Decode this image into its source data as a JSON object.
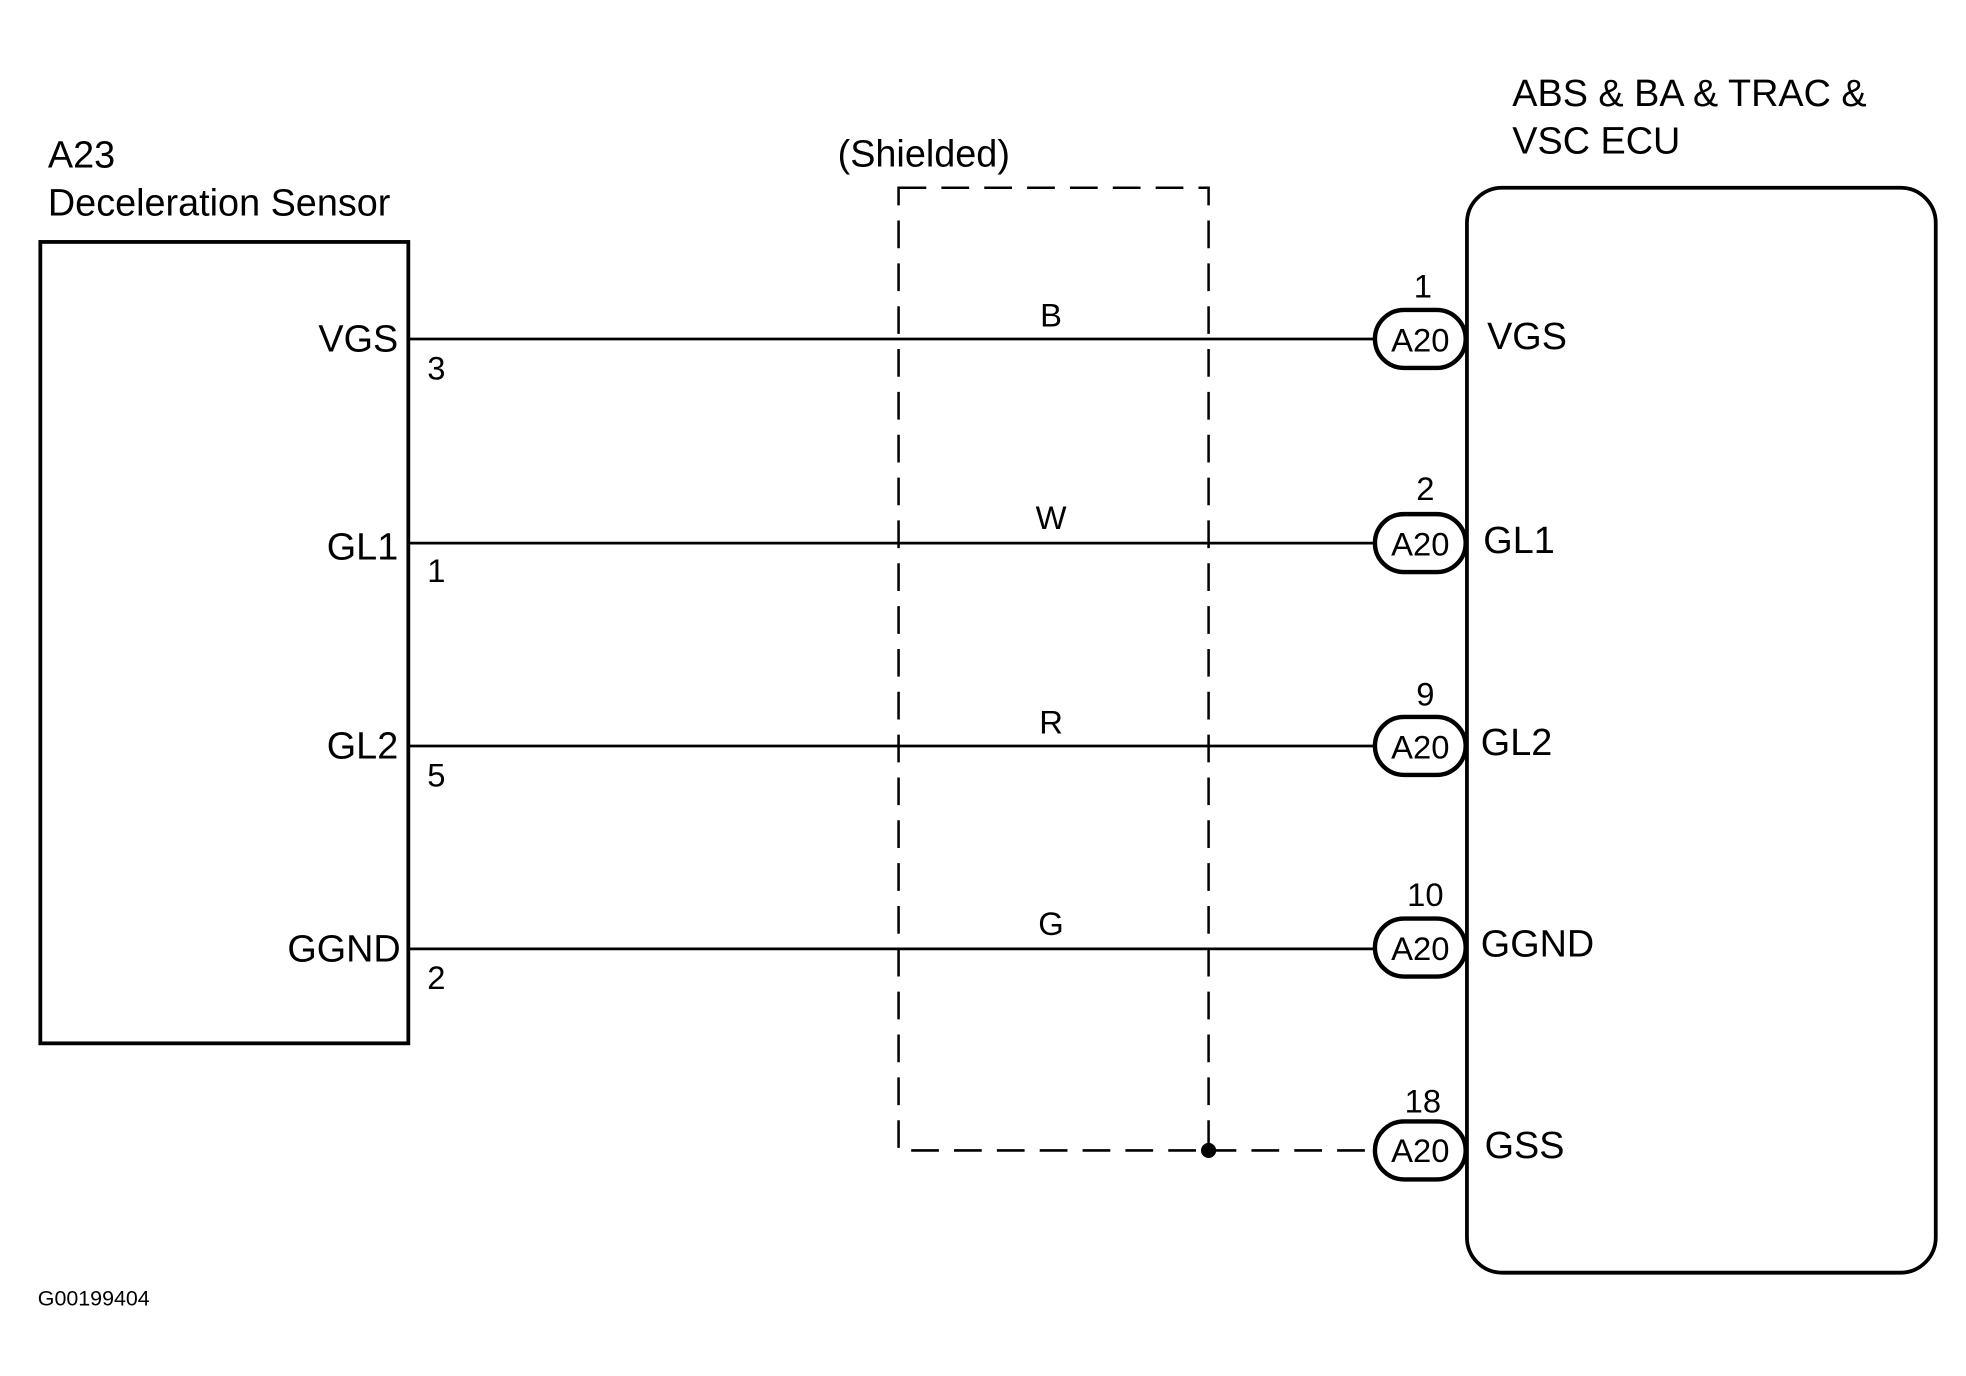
{
  "sensor": {
    "id": "A23",
    "name": "Deceleration Sensor",
    "pins": [
      {
        "signal": "VGS",
        "pin": "3"
      },
      {
        "signal": "GL1",
        "pin": "1"
      },
      {
        "signal": "GL2",
        "pin": "5"
      },
      {
        "signal": "GGND",
        "pin": "2"
      }
    ]
  },
  "shield": {
    "label": "(Shielded)"
  },
  "wires": [
    {
      "color": "B",
      "from_signal": "VGS",
      "to_signal": "VGS"
    },
    {
      "color": "W",
      "from_signal": "GL1",
      "to_signal": "GL1"
    },
    {
      "color": "R",
      "from_signal": "GL2",
      "to_signal": "GL2"
    },
    {
      "color": "G",
      "from_signal": "GGND",
      "to_signal": "GGND"
    }
  ],
  "ecu": {
    "title_line1": "ABS & BA & TRAC &",
    "title_line2": "VSC ECU",
    "connectors": [
      {
        "connector": "A20",
        "pin": "1",
        "signal": "VGS"
      },
      {
        "connector": "A20",
        "pin": "2",
        "signal": "GL1"
      },
      {
        "connector": "A20",
        "pin": "9",
        "signal": "GL2"
      },
      {
        "connector": "A20",
        "pin": "10",
        "signal": "GGND"
      },
      {
        "connector": "A20",
        "pin": "18",
        "signal": "GSS"
      }
    ]
  },
  "figure_id": "G00199404"
}
